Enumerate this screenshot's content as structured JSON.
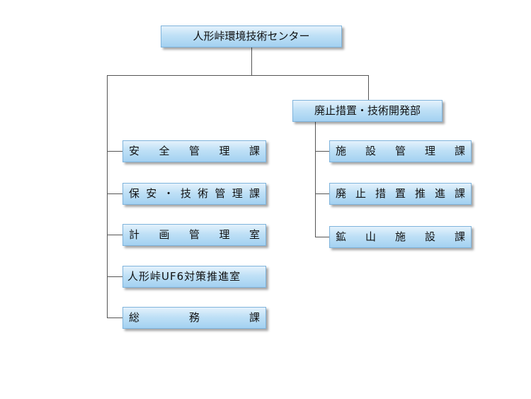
{
  "root": {
    "label": "人形峠環境技術センター"
  },
  "dept": {
    "label": "廃止措置・技術開発部"
  },
  "left_units": [
    {
      "label": "安 全 管 理 課"
    },
    {
      "label": "保 安 ・ 技 術 管 理 課"
    },
    {
      "label": "計 画 管 理 室"
    },
    {
      "label": "人形峠UF6対策推進室"
    },
    {
      "label": "総 務 課"
    }
  ],
  "dept_units": [
    {
      "label": "施 設 管 理 課"
    },
    {
      "label": "廃 止 措 置 推 進 課"
    },
    {
      "label": "鉱 山 施 設 課"
    }
  ],
  "colors": {
    "box_border": "#7fb4dc",
    "box_fill": "#bfe0f6",
    "connector": "#555555"
  }
}
